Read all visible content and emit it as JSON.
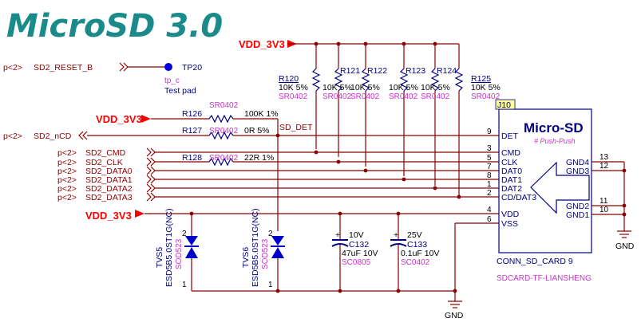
{
  "title": "MicroSD 3.0",
  "power": {
    "vdd": "VDD_3V3",
    "gnd": "GND"
  },
  "ports": [
    {
      "ref": "p<2>",
      "net": "SD2_RESET_B"
    },
    {
      "ref": "p<2>",
      "net": "SD2_nCD"
    },
    {
      "ref": "p<2>",
      "net": "SD2_CMD"
    },
    {
      "ref": "p<2>",
      "net": "SD2_CLK"
    },
    {
      "ref": "p<2>",
      "net": "SD2_DATA0"
    },
    {
      "ref": "p<2>",
      "net": "SD2_DATA1"
    },
    {
      "ref": "p<2>",
      "net": "SD2_DATA2"
    },
    {
      "ref": "p<2>",
      "net": "SD2_DATA3"
    }
  ],
  "testpoint": {
    "ref": "TP20",
    "type": "tp_c",
    "desc": "Test pad"
  },
  "net_label": "SD_DET",
  "pullups": [
    {
      "ref": "R120",
      "val": "10K 5%",
      "pkg": "SR0402"
    },
    {
      "ref": "R121",
      "val": "10K 5%",
      "pkg": "SR0402"
    },
    {
      "ref": "R122",
      "val": "10K 5%",
      "pkg": "SR0402"
    },
    {
      "ref": "R123",
      "val": "10K 5%",
      "pkg": "SR0402"
    },
    {
      "ref": "R124",
      "val": "10K 5%",
      "pkg": "SR0402"
    },
    {
      "ref": "R125",
      "val": "10K 5%",
      "pkg": "SR0402"
    }
  ],
  "series": [
    {
      "ref": "R126",
      "pkg": "SR0402",
      "val": "100K 1%"
    },
    {
      "ref": "R127",
      "pkg": "SR0402",
      "val": "0R 5%"
    },
    {
      "ref": "R128",
      "pkg": "SR0402",
      "val": "22R 1%"
    }
  ],
  "tvs": [
    {
      "ref": "TVS5",
      "part": "ESD5B5.0ST1G(NC)",
      "pkg": "SOD523",
      "pin_top": "2",
      "pin_bot": "1"
    },
    {
      "ref": "TVS6",
      "part": "ESD5B5.0ST1G(NC)",
      "pkg": "SOD523",
      "pin_top": "2",
      "pin_bot": "1"
    }
  ],
  "caps": [
    {
      "volt": "10V",
      "ref": "C132",
      "val": "47uF 10V",
      "pkg": "SC0805"
    },
    {
      "volt": "25V",
      "ref": "C133",
      "val": "0.1uF 10V",
      "pkg": "SC0402"
    }
  ],
  "connector": {
    "ref": "J10",
    "title": "Micro-SD",
    "subtitle": "# Push-Push",
    "name": "CONN_SD_CARD 9",
    "part": "SDCARD-TF-LIANSHENG",
    "left_pins": [
      {
        "num": "9",
        "name": "DET"
      },
      {
        "num": "3",
        "name": "CMD"
      },
      {
        "num": "5",
        "name": "CLK"
      },
      {
        "num": "7",
        "name": "DAT0"
      },
      {
        "num": "8",
        "name": "DAT1"
      },
      {
        "num": "1",
        "name": "DAT2"
      },
      {
        "num": "2",
        "name": "CD/DAT3"
      },
      {
        "num": "4",
        "name": "VDD"
      },
      {
        "num": "6",
        "name": "VSS"
      }
    ],
    "right_pins": [
      {
        "num": "13",
        "name": "GND4"
      },
      {
        "num": "12",
        "name": "GND3"
      },
      {
        "num": "11",
        "name": "GND2"
      },
      {
        "num": "10",
        "name": "GND1"
      }
    ]
  }
}
